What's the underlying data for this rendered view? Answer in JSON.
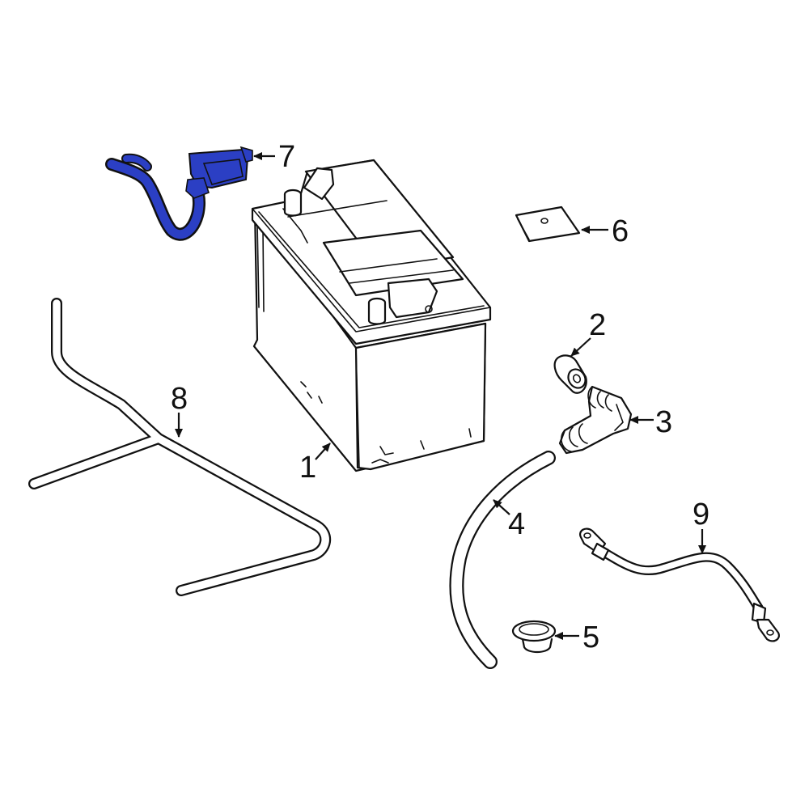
{
  "colors": {
    "highlight": "#2b3fc4",
    "line": "#111111",
    "background": "#ffffff"
  },
  "callouts": [
    {
      "id": "1",
      "text": "1"
    },
    {
      "id": "2",
      "text": "2"
    },
    {
      "id": "3",
      "text": "3"
    },
    {
      "id": "4",
      "text": "4"
    },
    {
      "id": "5",
      "text": "5"
    },
    {
      "id": "6",
      "text": "6"
    },
    {
      "id": "7",
      "text": "7"
    },
    {
      "id": "8",
      "text": "8"
    },
    {
      "id": "9",
      "text": "9"
    }
  ]
}
